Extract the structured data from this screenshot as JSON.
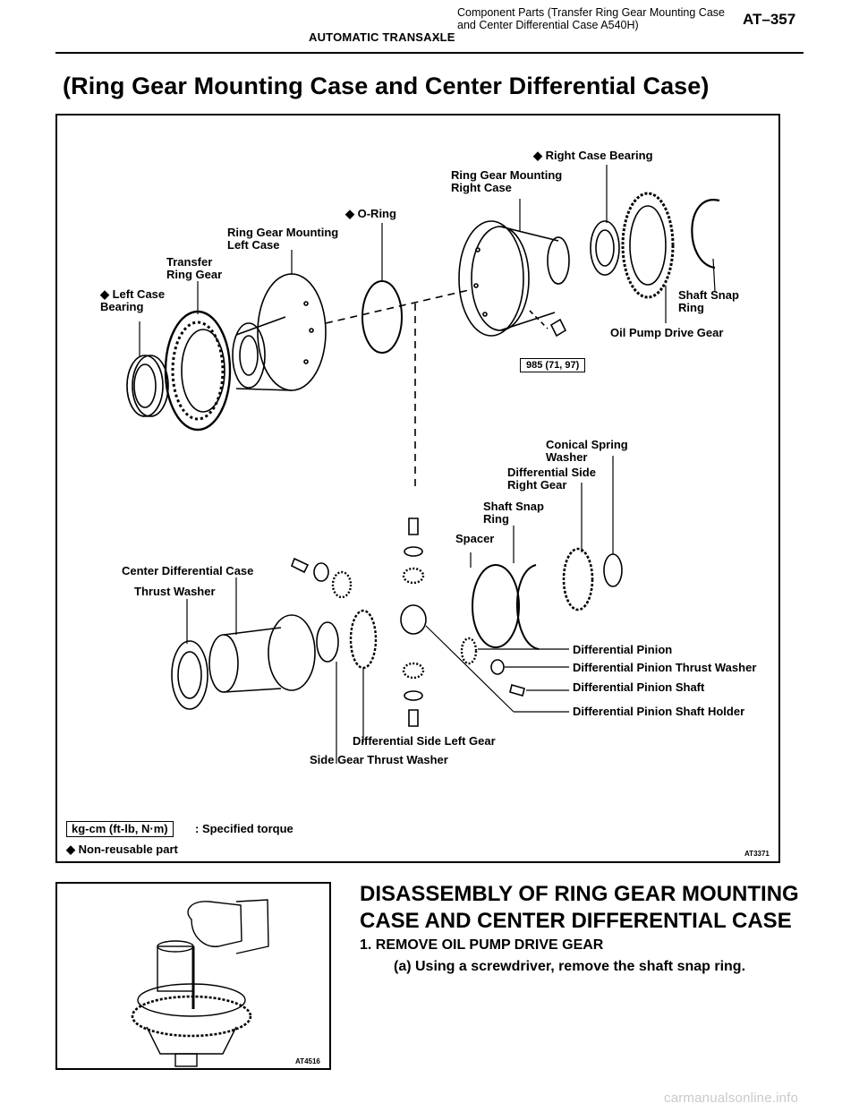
{
  "header": {
    "section": "AUTOMATIC TRANSAXLE",
    "dash": "–",
    "subtitle_line1": "Component Parts (Transfer Ring Gear Mounting Case",
    "subtitle_line2": "and Center Differential Case  A540H)",
    "page": "AT–357"
  },
  "heading": "(Ring Gear Mounting Case and Center Differential Case)",
  "figure_top": {
    "labels": {
      "right_case_bearing": "◆ Right Case Bearing",
      "ring_gear_mounting_right_case": "Ring Gear Mounting Right Case",
      "o_ring": "◆ O-Ring",
      "ring_gear_mounting_left_case": "Ring Gear Mounting Left Case",
      "transfer_ring_gear": "Transfer Ring Gear",
      "left_case_bearing": "◆ Left Case Bearing",
      "shaft_snap_ring_top": "Shaft Snap Ring",
      "oil_pump_drive_gear": "Oil Pump Drive Gear",
      "conical_spring_washer": "Conical Spring Washer",
      "differential_side_right_gear": "Differential Side Right Gear",
      "shaft_snap_ring_mid": "Shaft Snap Ring",
      "spacer": "Spacer",
      "center_differential_case": "Center Differential Case",
      "thrust_washer": "Thrust Washer",
      "differential_pinion": "Differential Pinion",
      "differential_pinion_thrust_washer": "Differential Pinion Thrust Washer",
      "differential_pinion_shaft": "Differential Pinion Shaft",
      "differential_pinion_shaft_holder": "Differential Pinion Shaft Holder",
      "differential_side_left_gear": "Differential Side Left Gear",
      "side_gear_thrust_washer": "Side Gear Thrust Washer"
    },
    "torque_value": "985 (71, 97)",
    "legend_units": "kg-cm (ft-lb, N·m)",
    "legend_torque_text": ": Specified torque",
    "legend_nonreusable": "◆ Non-reusable part",
    "figure_code": "AT3371"
  },
  "figure_bottom": {
    "figure_code": "AT4516"
  },
  "section": {
    "title": "DISASSEMBLY OF RING GEAR MOUNTING CASE AND CENTER DIFFERENTIAL CASE",
    "step_1": "1. REMOVE OIL PUMP DRIVE GEAR",
    "step_1a": "(a) Using a screwdriver, remove the shaft snap ring."
  },
  "watermark": "carmanualsonline.info"
}
